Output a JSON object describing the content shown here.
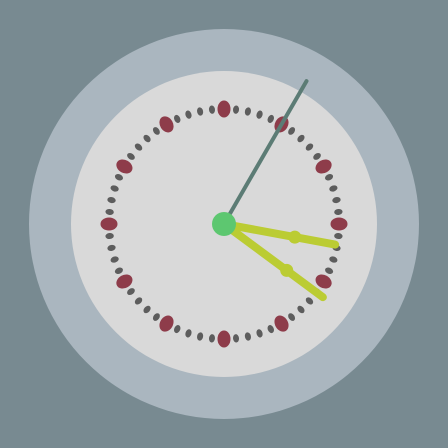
{
  "clock": {
    "time": {
      "hours": 3,
      "minutes": 21,
      "seconds": 5
    },
    "colors": {
      "background": "#788a91",
      "outer_ring": "#aab6bf",
      "face": "#d9d9d9",
      "minute_tick": "#5d5d5d",
      "hour_marker": "#8e3c4a",
      "hands": "#bbcc33",
      "second_hand": "#5c7c75",
      "center_pin": "#5dc770"
    }
  }
}
